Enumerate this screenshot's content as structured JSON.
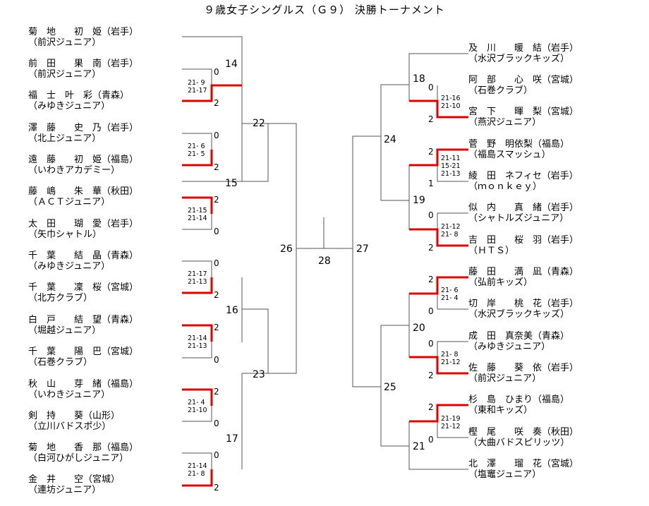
{
  "title": "９歳女子シングルス（Ｇ９） 決勝トーナメント",
  "colors": {
    "win": "#dd0000",
    "line": "#555555"
  },
  "left_players": [
    {
      "name": "菊　地　　初　姫（岩手）",
      "team": "（前沢ジュニア）"
    },
    {
      "name": "前　田　　果　南（岩手）",
      "team": "（前沢ジュニア）"
    },
    {
      "name": "福　士　叶　彩（青森）",
      "team": "（みゆきジュニア）"
    },
    {
      "name": "澤　藤　　史　乃（岩手）",
      "team": "（北上ジュニア）"
    },
    {
      "name": "遠　藤　　初　姫（福島）",
      "team": "（いわきアカデミー）"
    },
    {
      "name": "藤　嶋　　朱　華（秋田）",
      "team": "（ＡＣＴジュニア）"
    },
    {
      "name": "太　田　　瑚　愛（岩手）",
      "team": "（矢巾シャトル）"
    },
    {
      "name": "千　葉　　結　晶（青森）",
      "team": "（みゆきジュニア）"
    },
    {
      "name": "千　葉　　凜　桜（宮城）",
      "team": "（北方クラブ）"
    },
    {
      "name": "白　戸　　結　望（青森）",
      "team": "（堀越ジュニア）"
    },
    {
      "name": "千　葉　　陽　巴（宮城）",
      "team": "（石巻クラブ）"
    },
    {
      "name": "秋　山　　芽　緒（福島）",
      "team": "（いわきジュニア）"
    },
    {
      "name": "剣　持　　葵（山形）",
      "team": "（立川バドスポ少）"
    },
    {
      "name": "菊　地　　香　那（福島）",
      "team": "（白河ひがしジュニア）"
    },
    {
      "name": "金　井　　空（宮城）",
      "team": "（連坊ジュニア）"
    }
  ],
  "right_players": [
    {
      "name": "及　川　　暖　結（岩手）",
      "team": "（水沢ブラックキッズ）"
    },
    {
      "name": "阿　部　　心　咲（宮城）",
      "team": "（石巻クラブ）"
    },
    {
      "name": "宮　下　　暉　梨（宮城）",
      "team": "（燕沢ジュニア）"
    },
    {
      "name": "菅　野　明依梨（福島）",
      "team": "（福島スマッシュ）"
    },
    {
      "name": "綾　田　ネフィセ（岩手）",
      "team": "（ｍｏｎｋｅｙ）"
    },
    {
      "name": "似　内　　真　緒（岩手）",
      "team": "（シャトルズジュニア）"
    },
    {
      "name": "吉　田　　桜　羽（岩手）",
      "team": "（ＨＴＳ）"
    },
    {
      "name": "藤　田　　満　凪（青森）",
      "team": "（弘前キッズ）"
    },
    {
      "name": "切　岸　　桃　花（岩手）",
      "team": "（水沢ブラックキッズ）"
    },
    {
      "name": "成　田　真奈美（青森）",
      "team": "（みゆきジュニア）"
    },
    {
      "name": "佐　藤　　葵　依（岩手）",
      "team": "（前沢ジュニア）"
    },
    {
      "name": "杉　島　ひまり（福島）",
      "team": "（東和キッズ）"
    },
    {
      "name": "樫　尾　　咲　奏（秋田）",
      "team": "（大曲バドスピリッツ）"
    },
    {
      "name": "北　澤　　瑠　花（宮城）",
      "team": "（塩竈ジュニア）"
    }
  ],
  "matches": {
    "m14": "14",
    "m15": "15",
    "m16": "16",
    "m17": "17",
    "m18": "18",
    "m19": "19",
    "m20": "20",
    "m21": "21",
    "m22": "22",
    "m23": "23",
    "m24": "24",
    "m25": "25",
    "m26": "26",
    "m27": "27",
    "m28": "28"
  },
  "games": [
    {
      "top": "0",
      "bottom": "2",
      "scores": [
        "21- 9",
        "21-17"
      ]
    },
    {
      "top": "0",
      "bottom": "2",
      "scores": [
        "21- 6",
        "21- 5"
      ]
    },
    {
      "top": "2",
      "bottom": "0",
      "scores": [
        "21-15",
        "21-14"
      ]
    },
    {
      "top": "0",
      "bottom": "2",
      "scores": [
        "21-17",
        "21-13"
      ]
    },
    {
      "top": "2",
      "bottom": "0",
      "scores": [
        "21-14",
        "21-13"
      ]
    },
    {
      "top": "2",
      "bottom": "0",
      "scores": [
        "21- 4",
        "21-10"
      ]
    },
    {
      "top": "0",
      "bottom": "2",
      "scores": [
        "21-14",
        "21- 8"
      ]
    },
    {
      "top": "0",
      "bottom": "2",
      "scores": [
        "21-16",
        "21-10"
      ]
    },
    {
      "top": "2",
      "bottom": "1",
      "scores": [
        "21-11",
        "15-21",
        "21-13"
      ]
    },
    {
      "top": "0",
      "bottom": "2",
      "scores": [
        "21-12",
        "21- 8"
      ]
    },
    {
      "top": "2",
      "bottom": "0",
      "scores": [
        "21- 6",
        "21- 4"
      ]
    },
    {
      "top": "0",
      "bottom": "2",
      "scores": [
        "21- 8",
        "21-12"
      ]
    },
    {
      "top": "2",
      "bottom": "0",
      "scores": [
        "21-19",
        "21-12"
      ]
    }
  ]
}
